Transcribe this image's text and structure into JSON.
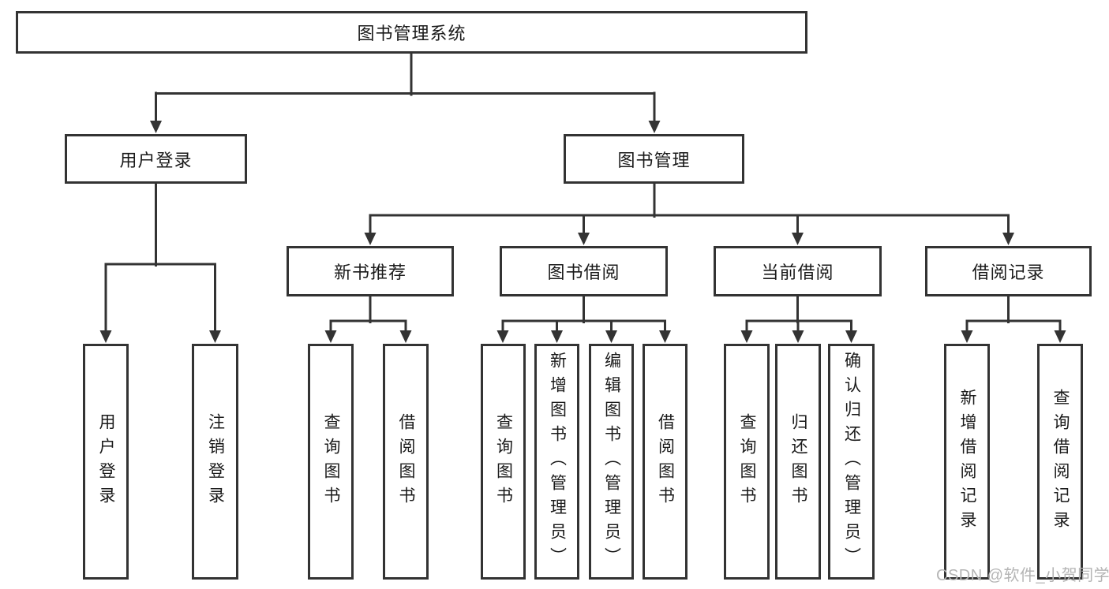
{
  "tree": {
    "root": "图书管理系统",
    "branches": [
      {
        "label": "用户登录",
        "children": [
          "用户登录",
          "注销登录"
        ]
      },
      {
        "label": "图书管理",
        "children": [
          {
            "label": "新书推荐",
            "children": [
              "查询图书",
              "借阅图书"
            ]
          },
          {
            "label": "图书借阅",
            "children": [
              "查询图书",
              "新增图书（管理员）",
              "编辑图书（管理员）",
              "借阅图书"
            ]
          },
          {
            "label": "当前借阅",
            "children": [
              "查询图书",
              "归还图书",
              "确认归还（管理员）"
            ]
          },
          {
            "label": "借阅记录",
            "children": [
              "新增借阅记录",
              "查询借阅记录"
            ]
          }
        ]
      }
    ]
  },
  "watermark": "CSDN @软件_小贺同学",
  "colors": {
    "line": "#333333",
    "text": "#1a1a1a",
    "watermark": "#b5b5b5",
    "background": "#ffffff"
  }
}
